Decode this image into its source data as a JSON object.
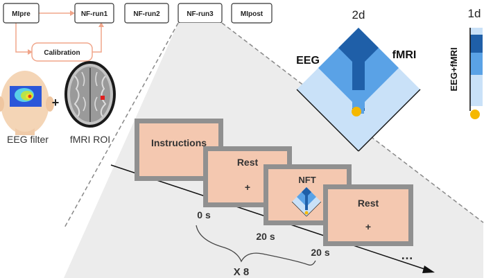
{
  "flow": {
    "mlpre": "MIpre",
    "nf_run1": "NF-run1",
    "calibration": "Calibration",
    "nf_run2": "NF-run2",
    "nf_run3": "NF-run3",
    "mlpost": "MIpost"
  },
  "captions": {
    "eeg_filter": "EEG filter",
    "plus": "+",
    "fmri_roi": "fMRI ROI"
  },
  "feedback_2d": {
    "title": "2d",
    "left_axis": "EEG",
    "right_axis": "fMRI"
  },
  "feedback_1d": {
    "title": "1d",
    "axis": "EEG+fMRI"
  },
  "timeline": {
    "screens": {
      "instructions": "Instructions",
      "rest1_title": "Rest",
      "rest1_mark": "+",
      "nft_title": "NFT",
      "rest2_title": "Rest",
      "rest2_mark": "+"
    },
    "times": {
      "t0": "0 s",
      "t1": "20 s",
      "t2": "20 s"
    },
    "repeat": "X 8",
    "ellipsis": "…"
  },
  "colors": {
    "salmon": "#f4c8b0",
    "salmon_line": "#f0a58a",
    "frame": "#8a8a8a",
    "fb_dark": "#1f5fa8",
    "fb_mid": "#5aa2e6",
    "fb_light": "#c9e1f8",
    "dot": "#f5b800"
  }
}
